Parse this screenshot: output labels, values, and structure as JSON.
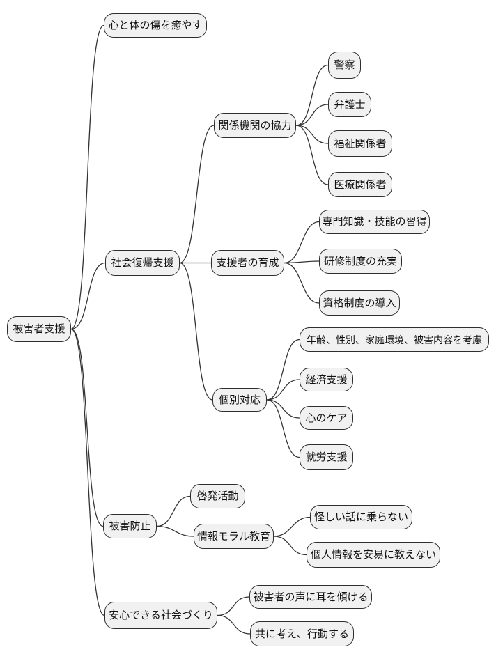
{
  "diagram": {
    "type": "mindmap",
    "colors": {
      "node_fill": "#f1f1f1",
      "node_border": "#2e2e2e",
      "edge": "#333333",
      "text": "#111111",
      "background": "#ffffff"
    },
    "tree": {
      "label": "被害者支援",
      "children": [
        {
          "label": "心と体の傷を癒やす",
          "children": []
        },
        {
          "label": "社会復帰支援",
          "children": [
            {
              "label": "関係機関の協力",
              "children": [
                {
                  "label": "警察"
                },
                {
                  "label": "弁護士"
                },
                {
                  "label": "福祉関係者"
                },
                {
                  "label": "医療関係者"
                }
              ]
            },
            {
              "label": "支援者の育成",
              "children": [
                {
                  "label": "専門知識・技能の習得"
                },
                {
                  "label": "研修制度の充実"
                },
                {
                  "label": "資格制度の導入"
                }
              ]
            },
            {
              "label": "個別対応",
              "children": [
                {
                  "label": "年齢、性別、家庭環境、被害内容を考慮"
                },
                {
                  "label": "経済支援"
                },
                {
                  "label": "心のケア"
                },
                {
                  "label": "就労支援"
                }
              ]
            }
          ]
        },
        {
          "label": "被害防止",
          "children": [
            {
              "label": "啓発活動",
              "children": []
            },
            {
              "label": "情報モラル教育",
              "children": [
                {
                  "label": "怪しい話に乗らない"
                },
                {
                  "label": "個人情報を安易に教えない"
                }
              ]
            }
          ]
        },
        {
          "label": "安心できる社会づくり",
          "children": [
            {
              "label": "被害者の声に耳を傾ける"
            },
            {
              "label": "共に考え、行動する"
            }
          ]
        }
      ]
    }
  }
}
